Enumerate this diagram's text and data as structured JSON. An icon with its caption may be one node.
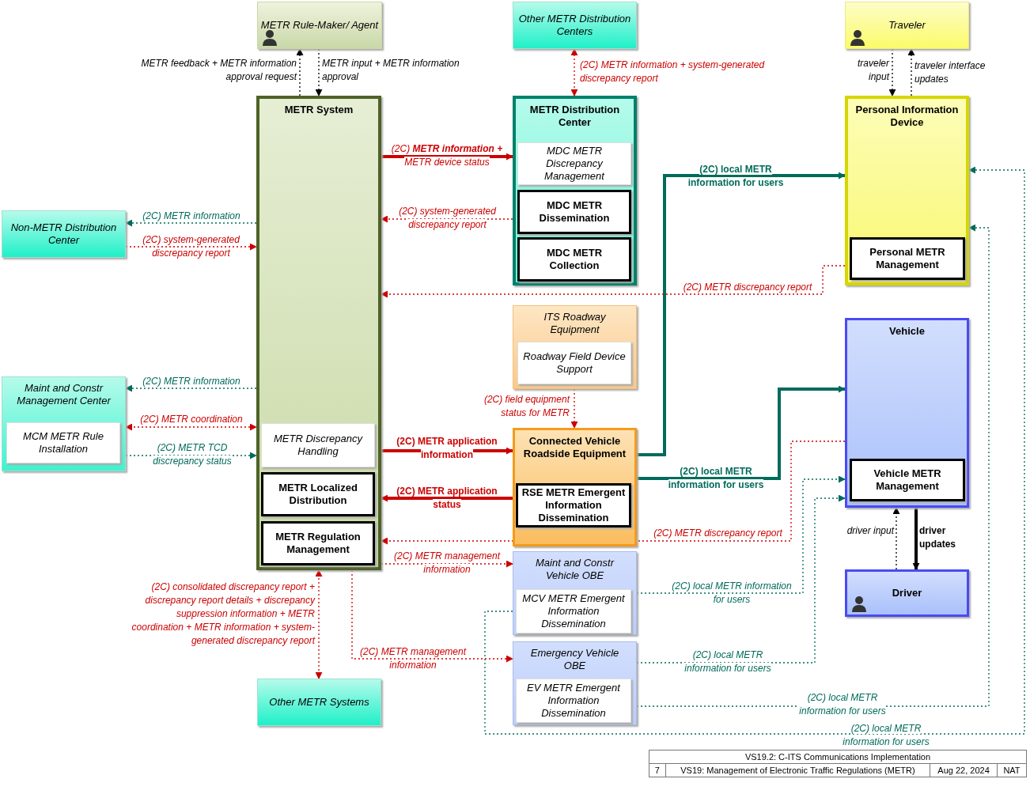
{
  "diagram": {
    "nodes": [
      {
        "text": [
          "METR Rule-Maker/ Agent"
        ]
      },
      {
        "text": [
          "Other METR Distribution Centers"
        ]
      },
      {
        "text": [
          "Traveler"
        ]
      },
      {
        "text": [
          "METR System"
        ]
      },
      {
        "text": [
          "METR Discrepancy Handling"
        ],
        "in": 3
      },
      {
        "text": [
          "METR Localized Distribution"
        ],
        "in": 3
      },
      {
        "text": [
          "METR Regulation Management"
        ],
        "in": 3
      },
      {
        "text": [
          "METR Distribution Center"
        ]
      },
      {
        "text": [
          "MDC METR Discrepancy Management"
        ],
        "in": 7
      },
      {
        "text": [
          "MDC METR Dissemination"
        ],
        "in": 7
      },
      {
        "text": [
          "MDC METR Collection"
        ],
        "in": 7
      },
      {
        "text": [
          "Personal Information Device"
        ]
      },
      {
        "text": [
          "Personal METR Management"
        ],
        "in": 11
      },
      {
        "text": [
          "Non-METR Distribution Center"
        ]
      },
      {
        "text": [
          "Maint and Constr Management Center"
        ]
      },
      {
        "text": [
          "MCM METR Rule Installation"
        ],
        "in": 14
      },
      {
        "text": [
          "ITS Roadway Equipment"
        ]
      },
      {
        "text": [
          "Roadway Field Device Support"
        ],
        "in": 16
      },
      {
        "text": [
          "Connected Vehicle Roadside Equipment"
        ]
      },
      {
        "text": [
          "RSE METR Emergent Information Dissemination"
        ],
        "in": 18
      },
      {
        "text": [
          "Vehicle"
        ]
      },
      {
        "text": [
          "Vehicle METR Management"
        ],
        "in": 20
      },
      {
        "text": [
          "Maint and Constr Vehicle OBE"
        ]
      },
      {
        "text": [
          "MCV METR Emergent Information Dissemination"
        ],
        "in": 22
      },
      {
        "text": [
          "Driver"
        ]
      },
      {
        "text": [
          "Emergency Vehicle OBE"
        ]
      },
      {
        "text": [
          "EV METR Emergent Information Dissemination"
        ],
        "in": 25
      },
      {
        "text": [
          "Other METR Systems"
        ]
      }
    ],
    "edges": [
      {
        "from": 3,
        "to": 0,
        "arrow": "to",
        "label": "METR feedback + METR information approval request",
        "style": "dashed",
        "color": "#000000"
      },
      {
        "from": 0,
        "to": 3,
        "arrow": "to",
        "label": "METR input + METR information approval",
        "style": "dashed",
        "color": "#000000"
      },
      {
        "from": 7,
        "to": 1,
        "arrow": "both",
        "label": "(2C) METR information + system-generated discrepancy report",
        "style": "dashed"
      },
      {
        "from": 2,
        "to": 11,
        "arrow": "to",
        "label": "traveler input",
        "style": "dashed",
        "color": "#000000"
      },
      {
        "from": 11,
        "to": 2,
        "arrow": "to",
        "label": "traveler interface updates",
        "style": "dashed",
        "color": "#000000"
      },
      {
        "from": 3,
        "to": 7,
        "arrow": "to",
        "label": "(2C) **METR information +** METR device status",
        "style": "thick"
      },
      {
        "from": 7,
        "to": 3,
        "arrow": "to",
        "label": "(2C) system-generated discrepancy report",
        "style": "dashed"
      },
      {
        "from": 3,
        "to": 13,
        "arrow": "to",
        "label": "(2C) METR information",
        "style": "dashed",
        "color": "#006b5b"
      },
      {
        "from": 13,
        "to": 3,
        "arrow": "to",
        "label": "(2C) system-generated discrepancy report",
        "style": "dashed"
      },
      {
        "from": 18,
        "to": 11,
        "arrow": "to",
        "label": "(2C) local METR information for users",
        "style": "thick",
        "color": "#006b5b"
      },
      {
        "from": 11,
        "to": 3,
        "arrow": "to",
        "label": "(2C) METR discrepancy report",
        "style": "dashed"
      },
      {
        "from": 3,
        "to": 14,
        "arrow": "to",
        "label": "(2C) METR information",
        "style": "dashed",
        "color": "#006b5b"
      },
      {
        "from": 14,
        "to": 3,
        "arrow": "both",
        "label": "(2C) METR coordination",
        "style": "dashed"
      },
      {
        "from": 14,
        "to": 3,
        "arrow": "to",
        "label": "(2C) METR TCD discrepancy status",
        "style": "dashed",
        "color": "#006b5b"
      },
      {
        "from": 16,
        "to": 18,
        "arrow": "to",
        "label": "(2C) field equipment status for METR",
        "style": "dashed"
      },
      {
        "from": 3,
        "to": 18,
        "arrow": "to",
        "label": "(2C) METR application information",
        "style": "thick"
      },
      {
        "from": 18,
        "to": 3,
        "arrow": "to",
        "label": "(2C) METR application status",
        "style": "thick"
      },
      {
        "from": 18,
        "to": 20,
        "arrow": "to",
        "label": "(2C) local METR information for users",
        "style": "thick",
        "color": "#006b5b"
      },
      {
        "from": 20,
        "to": 3,
        "arrow": "to",
        "label": "(2C) METR discrepancy report",
        "style": "dashed"
      },
      {
        "from": 3,
        "to": 22,
        "arrow": "to",
        "label": "(2C) METR management information",
        "style": "dashed"
      },
      {
        "from": 24,
        "to": 20,
        "arrow": "to",
        "label": "driver input",
        "style": "dashed",
        "color": "#000000"
      },
      {
        "from": 20,
        "to": 24,
        "arrow": "to",
        "label": "driver updates",
        "style": "thick",
        "color": "#000000"
      },
      {
        "from": 22,
        "to": 20,
        "arrow": "to",
        "label": "(2C) local METR information for users",
        "style": "dashed",
        "color": "#006b5b"
      },
      {
        "from": 3,
        "to": 27,
        "arrow": "both",
        "label": "(2C) consolidated discrepancy report + discrepancy report details + discrepancy suppression information + METR coordination + METR information + system-generated discrepancy report",
        "style": "dashed"
      },
      {
        "from": 3,
        "to": 25,
        "arrow": "to",
        "label": "(2C) METR management information",
        "style": "dashed"
      },
      {
        "from": 25,
        "to": 20,
        "arrow": "to",
        "label": "(2C) local METR information for users",
        "style": "dashed",
        "color": "#006b5b"
      },
      {
        "from": 25,
        "to": 11,
        "arrow": "to",
        "label": "(2C) local METR information for users",
        "style": "dashed",
        "color": "#006b5b"
      },
      {
        "from": 22,
        "to": 11,
        "arrow": "to",
        "label": "(2C) local METR information for users",
        "style": "dashed",
        "color": "#006b5b"
      }
    ],
    "labels": [
      "VS19.2: C-ITS Communications Implementation",
      "7",
      "VS19: Management of Electronic Traffic Regulations (METR)",
      "Aug 22, 2024",
      "NAT"
    ]
  }
}
